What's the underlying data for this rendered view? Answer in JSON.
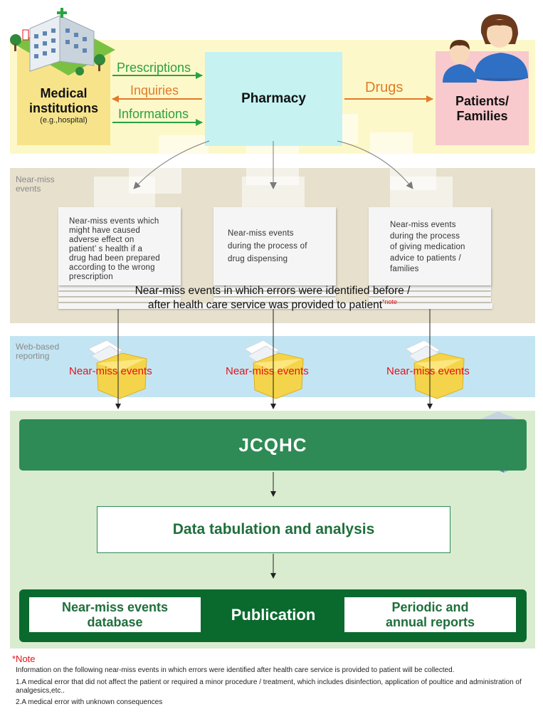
{
  "top": {
    "medical_name": "Medical\ninstitutions",
    "medical_sub": "(e.g.,hospital)",
    "pharmacy": "Pharmacy",
    "patients": "Patients/\nFamilies",
    "flows": {
      "prescriptions": "Prescriptions",
      "inquiries": "Inquiries",
      "informations": "Informations",
      "drugs": "Drugs"
    }
  },
  "near_miss": {
    "section_label": "Near-miss\nevents",
    "cards": [
      "Near-miss events which\nmight have caused\nadverse effect on\npatient’ s health if a\ndrug had been prepared\naccording to the wrong\nprescription",
      "Near-miss events\nduring the process of\ndrug dispensing",
      "Near-miss events\nduring the process\nof giving medication\nadvice to patients /\nfamilies"
    ],
    "combined": "Near-miss events in which errors were identified before /\nafter health care service was provided to patient",
    "note_mark": "*note"
  },
  "web": {
    "section_label": "Web-based\nreporting",
    "folders": [
      "Near-miss events",
      "Near-miss events",
      "Near-miss events"
    ]
  },
  "jcqhc": {
    "title": "JCQHC",
    "analysis": "Data tabulation and analysis",
    "publication": "Publication",
    "database": "Near-miss events\ndatabase",
    "reports": "Periodic and\nannual reports"
  },
  "note": {
    "title": "*Note",
    "intro": "Information on the following near-miss events in which errors were identified after health care service is provided to patient will be collected.",
    "item1": "1.A medical error that did not affect the patient or required a minor procedure / treatment, which includes disinfection, application of poultice and administration of analgesics,etc..",
    "item2": "2.A medical error with unknown consequences"
  },
  "colors": {
    "green_arrow": "#2aa242",
    "orange_arrow": "#e07b2a",
    "jcqhc_green": "#2e8b55",
    "publication_green": "#0a6a2e",
    "alert_red": "#e5121b"
  }
}
